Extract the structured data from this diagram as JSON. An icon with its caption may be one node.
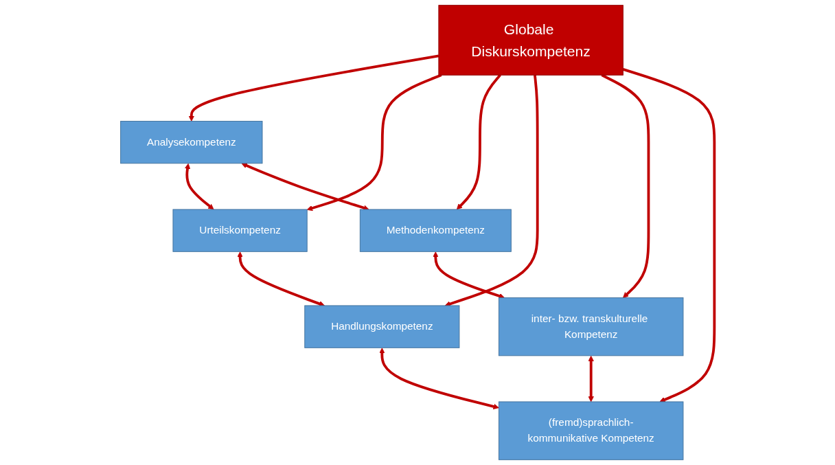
{
  "diagram": {
    "nodes": [
      {
        "text": [
          "Analysekompetenz"
        ]
      },
      {
        "text": [
          "Urteilskompetenz"
        ]
      },
      {
        "text": [
          "Methodenkompetenz"
        ]
      },
      {
        "text": [
          "Globale Diskurskompetenz"
        ]
      },
      {
        "text": [
          "Handlungskompetenz"
        ]
      },
      {
        "text": [
          "inter- bzw. transkulturelle Kompetenz"
        ]
      },
      {
        "text": [
          "(fremd)sprachlich-kommunikative Kompetenz"
        ]
      }
    ],
    "edges": [
      {
        "from": 0,
        "to": 1,
        "arrow": "both"
      },
      {
        "from": 3,
        "to": 0,
        "arrow": "to"
      },
      {
        "from": 3,
        "to": 1,
        "arrow": "to"
      },
      {
        "from": 0,
        "to": 2,
        "arrow": "both"
      },
      {
        "from": 1,
        "to": 4,
        "arrow": "both"
      },
      {
        "from": 3,
        "to": 2,
        "arrow": "to"
      },
      {
        "from": 3,
        "to": 4,
        "arrow": "to"
      },
      {
        "from": 2,
        "to": 5,
        "arrow": "both"
      },
      {
        "from": 4,
        "to": 6,
        "arrow": "both"
      },
      {
        "from": 3,
        "to": 5,
        "arrow": "to"
      },
      {
        "from": 3,
        "to": 6,
        "arrow": "to"
      },
      {
        "from": 5,
        "to": 6,
        "arrow": "both"
      }
    ]
  }
}
